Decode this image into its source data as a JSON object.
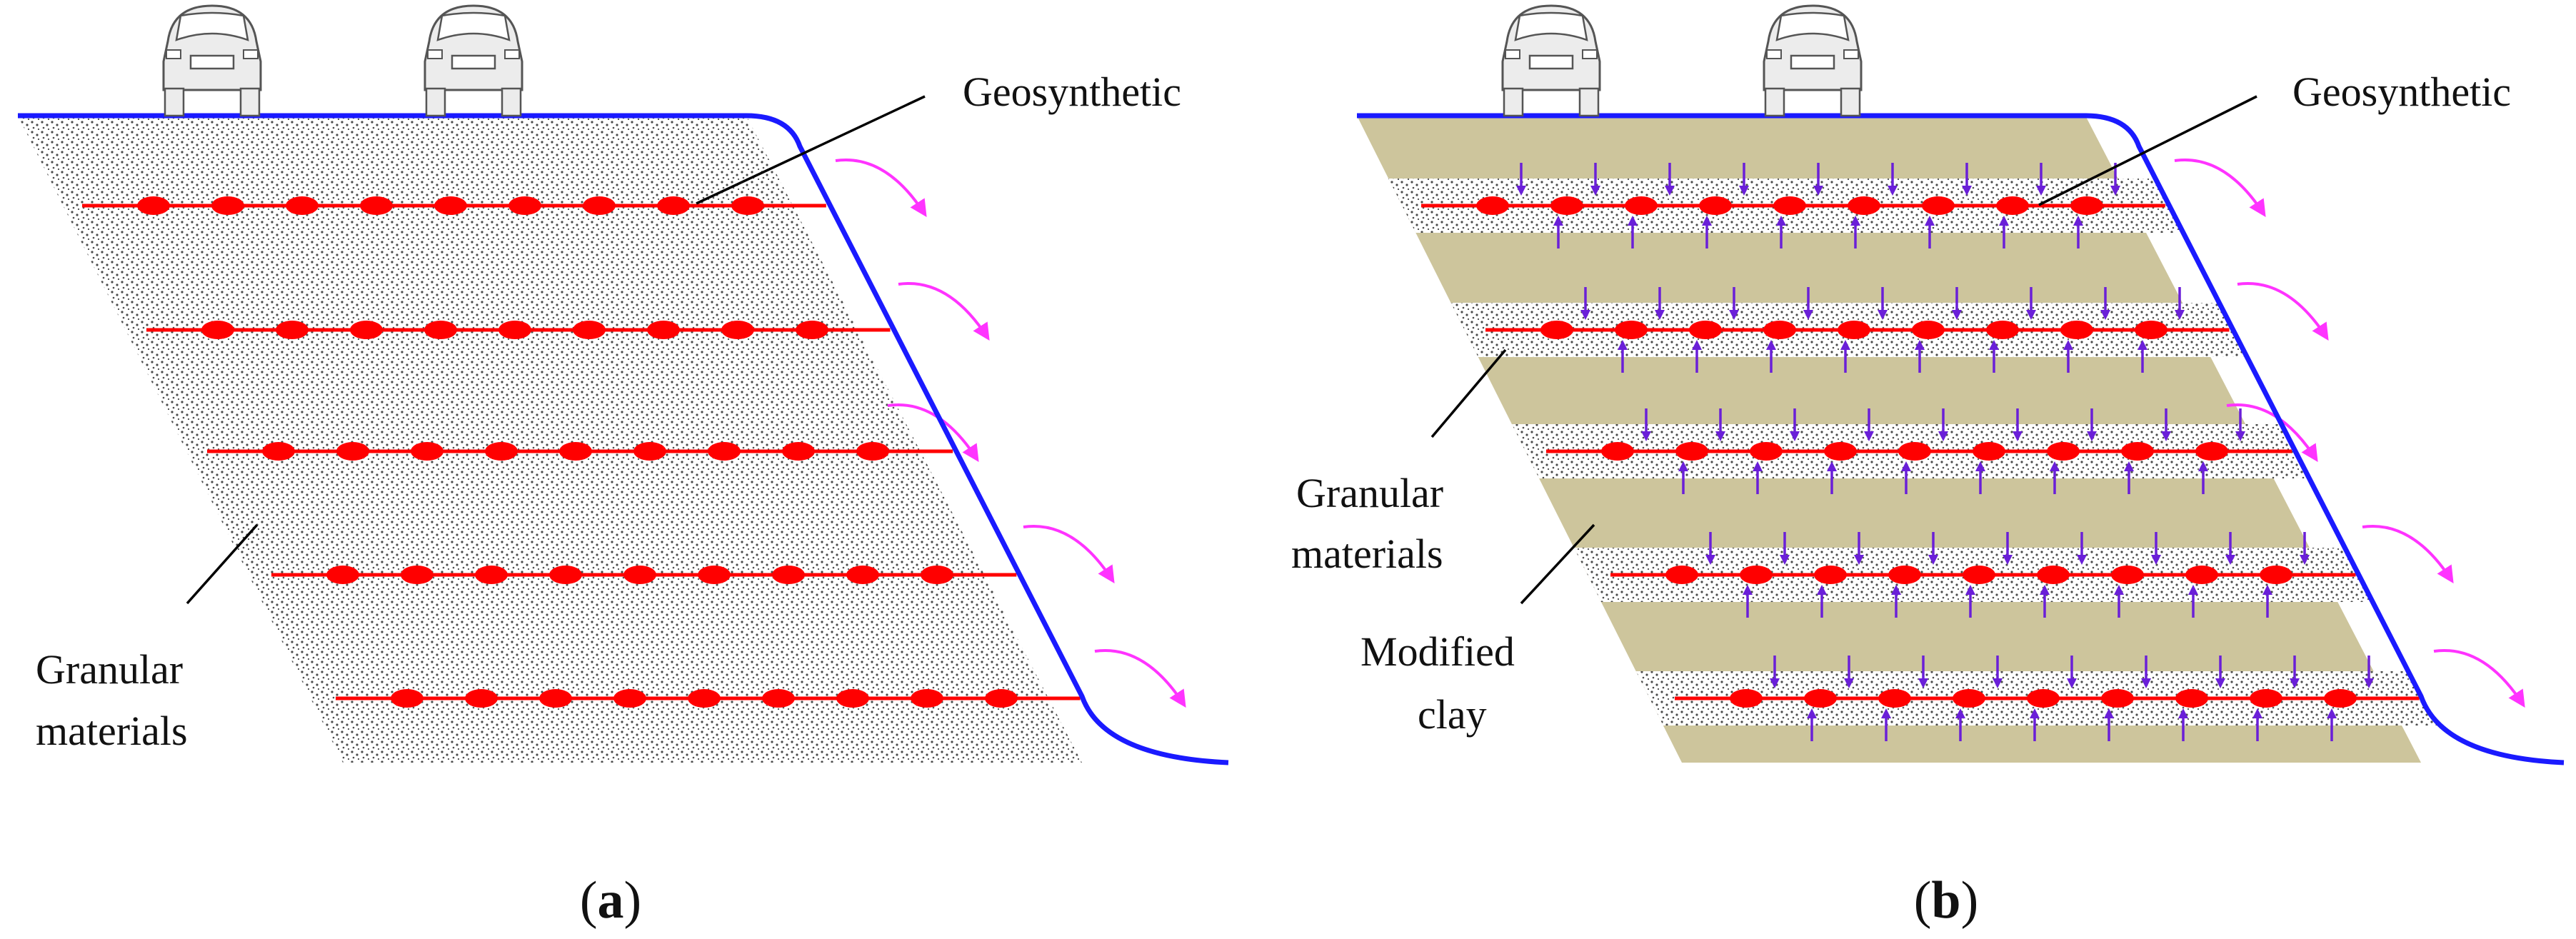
{
  "panels": [
    {
      "id": "a",
      "caption_open": "(",
      "caption_letter": "a",
      "caption_close": ")",
      "labels": {
        "geosynthetic": "Geosynthetic",
        "granular_line1": "Granular",
        "granular_line2": "materials"
      },
      "reinforcement_layers": 5,
      "has_clay": false
    },
    {
      "id": "b",
      "caption_open": "(",
      "caption_letter": "b",
      "caption_close": ")",
      "labels": {
        "geosynthetic": "Geosynthetic",
        "granular_line1": "Granular",
        "granular_line2": "materials",
        "clay_line1": "Modified",
        "clay_line2": "clay"
      },
      "reinforcement_layers": 5,
      "has_clay": true
    }
  ],
  "colors": {
    "slope_surface": "#1a1aff",
    "geosynthetic": "#ff0000",
    "clay": "#cdc59c",
    "movement_arrow": "#ff33ff",
    "pressure_arrow": "#6a1fd8",
    "granular_dots": "#4a4a4a"
  },
  "icons": {
    "vehicle": "car-front-icon",
    "movement": "curved-arrow-icon",
    "pressure": "vertical-arrow-icon"
  }
}
